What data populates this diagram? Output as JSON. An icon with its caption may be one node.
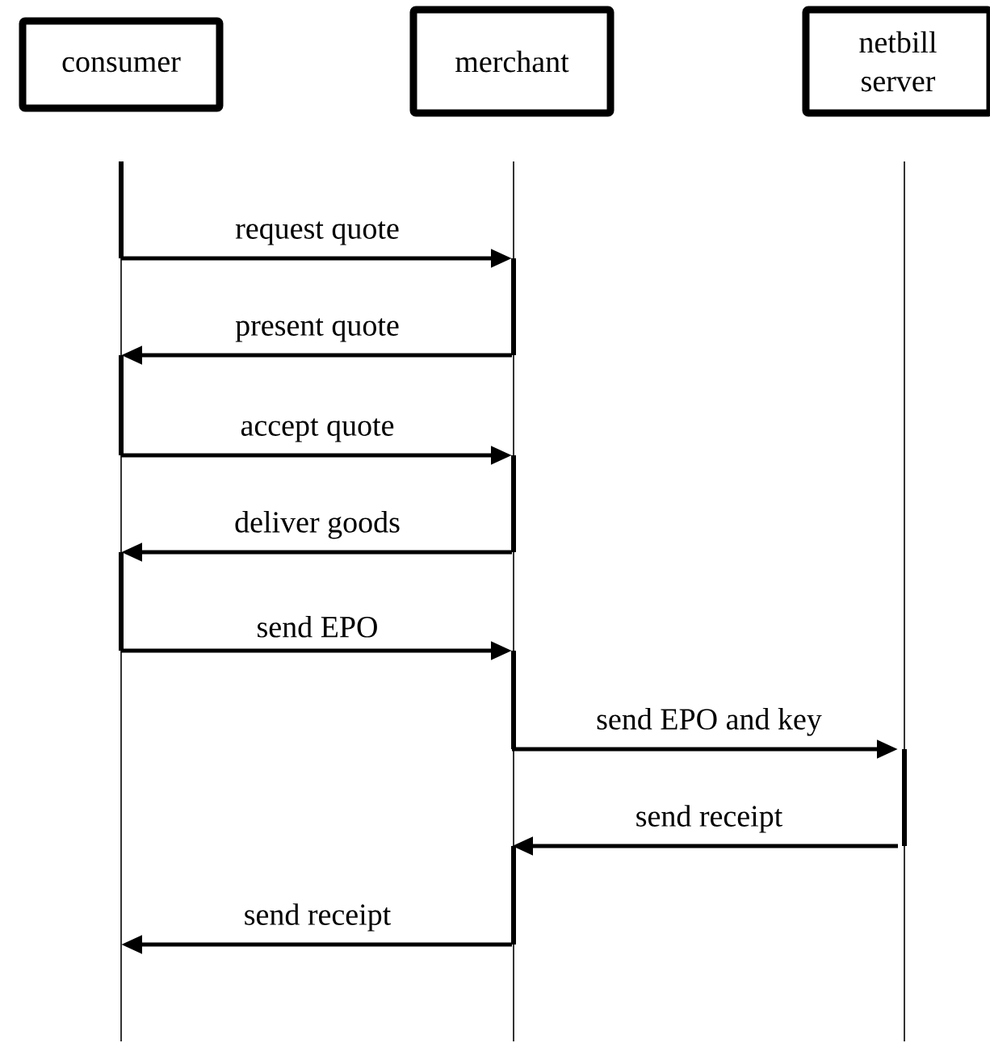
{
  "diagram": {
    "nodes": [
      {
        "text": [
          "consumer"
        ]
      },
      {
        "text": [
          "merchant"
        ]
      },
      {
        "text": [
          "netbill server"
        ]
      }
    ],
    "edges": [
      {
        "from": 0,
        "to": 1,
        "arrow": "to",
        "label": "request quote"
      },
      {
        "from": 1,
        "to": 0,
        "arrow": "to",
        "label": "present quote"
      },
      {
        "from": 0,
        "to": 1,
        "arrow": "to",
        "label": "accept quote"
      },
      {
        "from": 1,
        "to": 0,
        "arrow": "to",
        "label": "deliver goods"
      },
      {
        "from": 0,
        "to": 1,
        "arrow": "to",
        "label": "send EPO"
      },
      {
        "from": 1,
        "to": 2,
        "arrow": "to",
        "label": "send EPO and key"
      },
      {
        "from": 2,
        "to": 1,
        "arrow": "to",
        "label": "send receipt"
      },
      {
        "from": 1,
        "to": 0,
        "arrow": "to",
        "label": "send receipt"
      }
    ]
  }
}
